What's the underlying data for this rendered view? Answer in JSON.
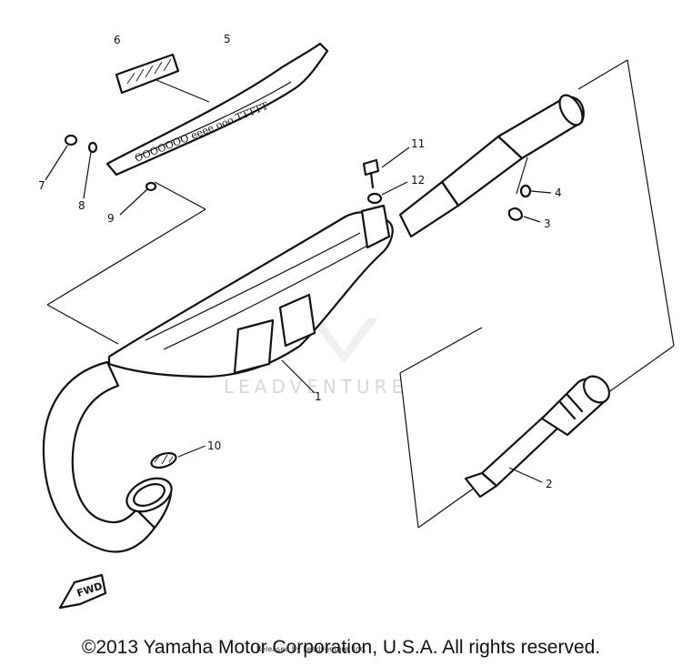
{
  "diagram": {
    "callouts": [
      {
        "id": "callout-1",
        "label": "1"
      },
      {
        "id": "callout-2",
        "label": "2"
      },
      {
        "id": "callout-3",
        "label": "3"
      },
      {
        "id": "callout-4",
        "label": "4"
      },
      {
        "id": "callout-5",
        "label": "5"
      },
      {
        "id": "callout-6",
        "label": "6"
      },
      {
        "id": "callout-7",
        "label": "7"
      },
      {
        "id": "callout-8",
        "label": "8"
      },
      {
        "id": "callout-9",
        "label": "9"
      },
      {
        "id": "callout-10",
        "label": "10"
      },
      {
        "id": "callout-11",
        "label": "11"
      },
      {
        "id": "callout-12",
        "label": "12"
      }
    ],
    "fwd_label": "FWD",
    "watermark": "LEADVENTURE"
  },
  "footer": {
    "copyright": "©2013 Yamaha Motor Corporation, U.S.A. All rights reserved.",
    "sub_credit": "Released by Leadventure, Inc."
  },
  "colors": {
    "ink": "#111111",
    "background": "#ffffff",
    "watermark": "#d8d8d8"
  }
}
